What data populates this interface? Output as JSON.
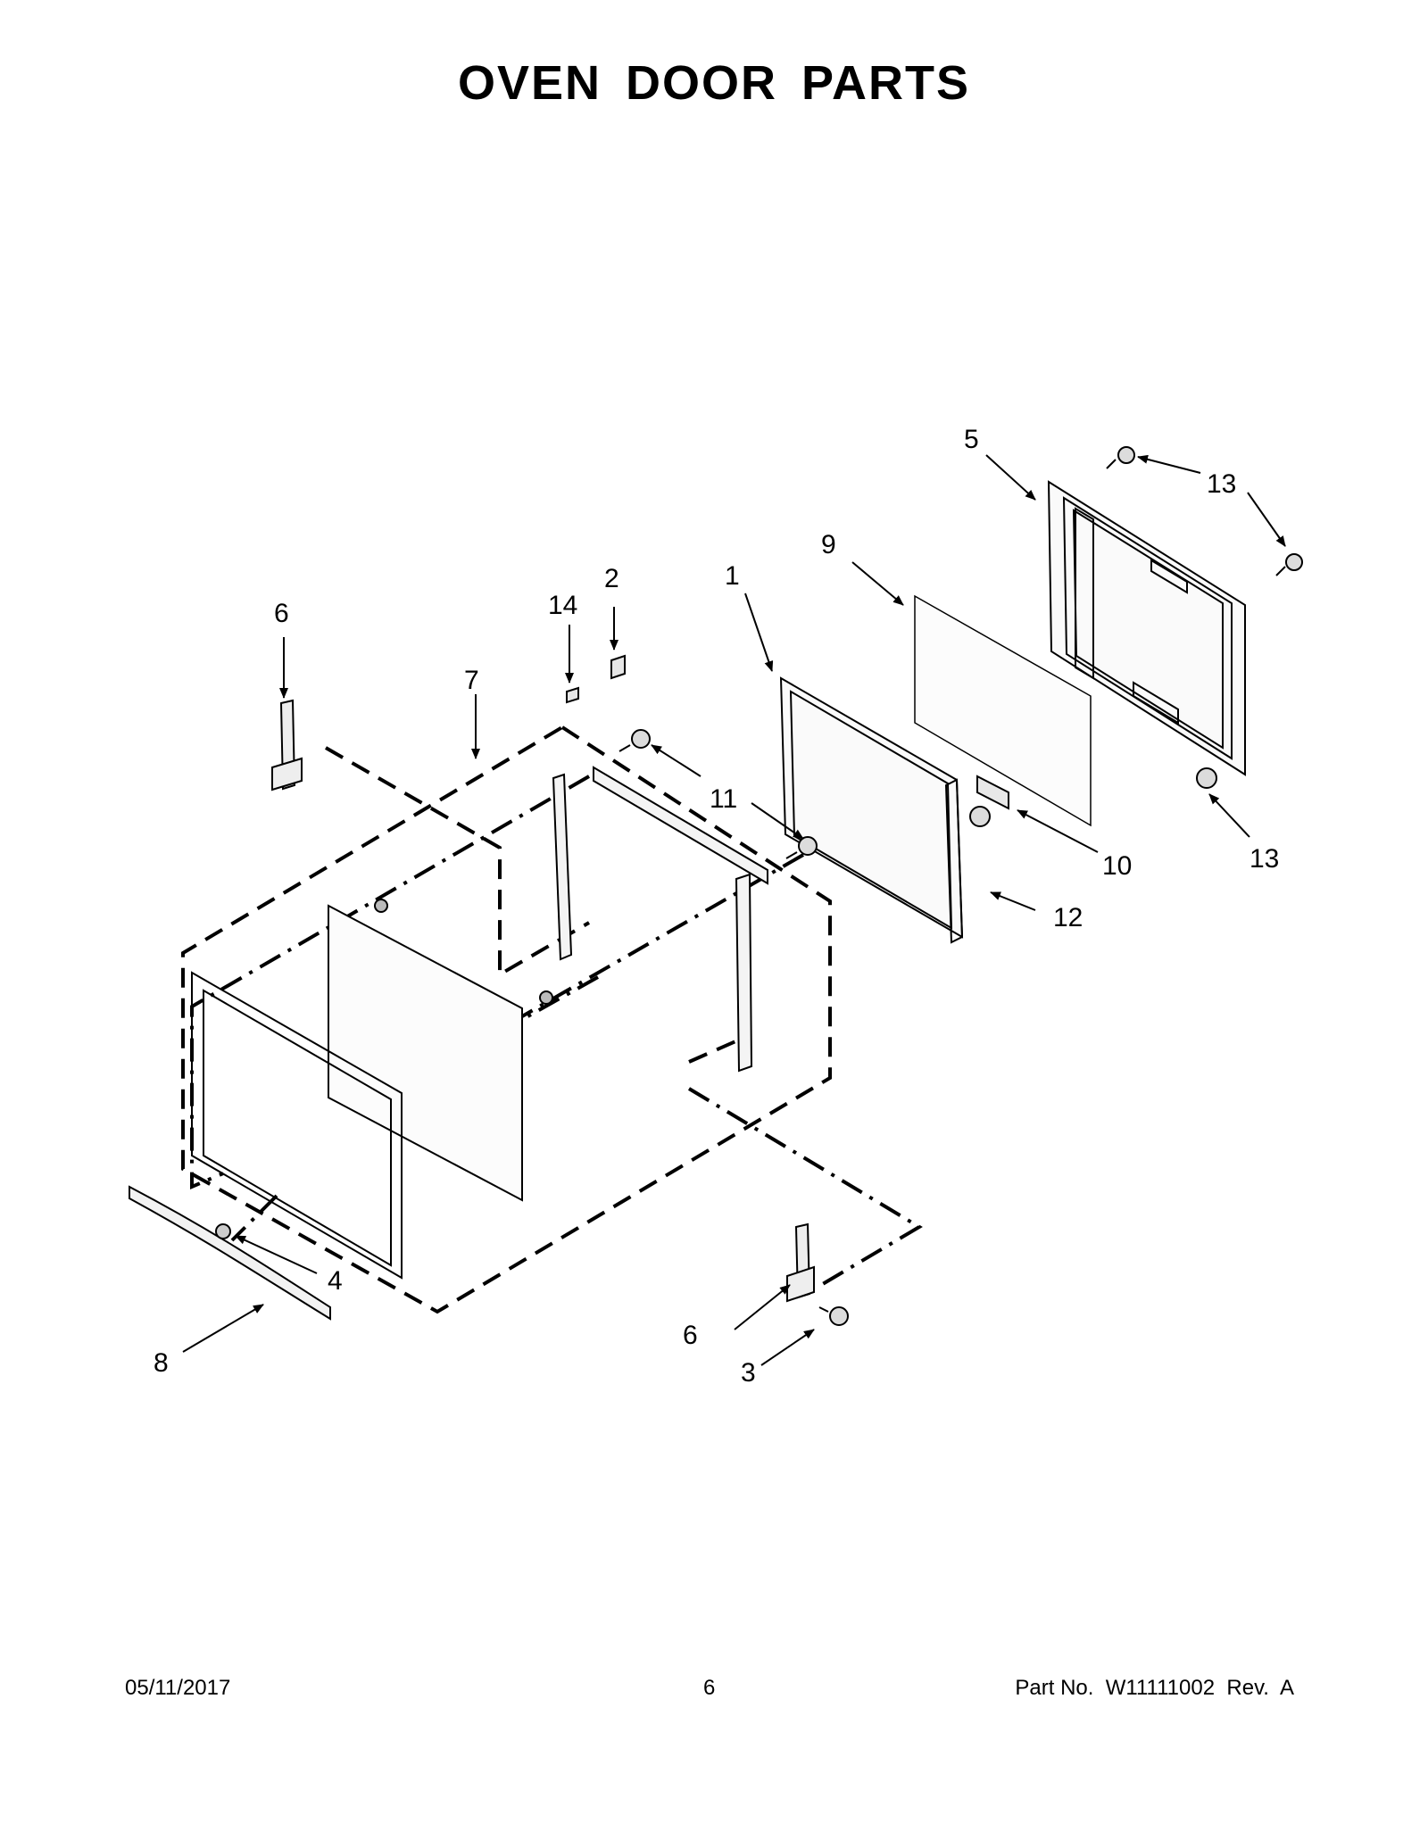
{
  "page": {
    "title": "OVEN DOOR PARTS",
    "footer": {
      "date": "05/11/2017",
      "page_number": "6",
      "part_number": "Part No.  W11111002  Rev.  A"
    }
  },
  "callouts": {
    "c1": "1",
    "c2": "2",
    "c3": "3",
    "c4": "4",
    "c5": "5",
    "c6_left": "6",
    "c6_right": "6",
    "c7": "7",
    "c8": "8",
    "c9": "9",
    "c10": "10",
    "c11": "11",
    "c12": "12",
    "c13_top": "13",
    "c13_bottom": "13",
    "c14": "14"
  }
}
